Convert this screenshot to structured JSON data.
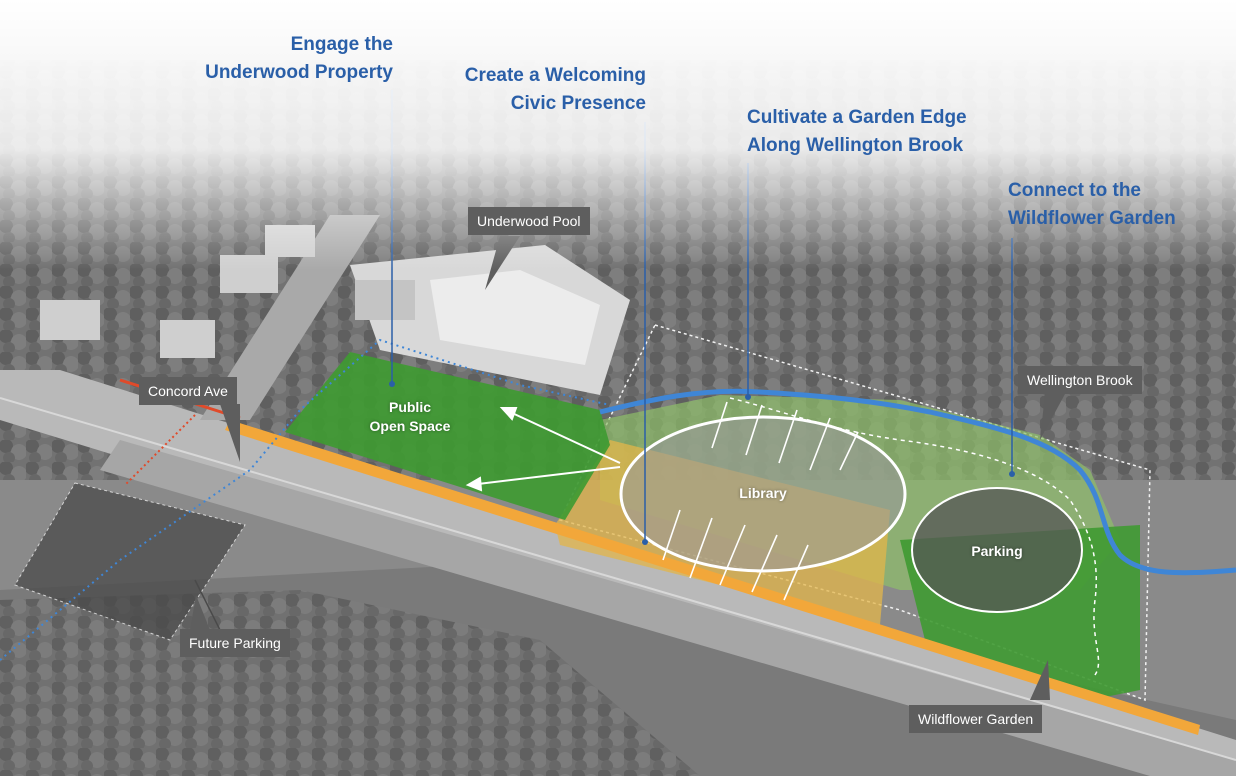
{
  "goals": {
    "underwood": [
      "Engage the",
      "Underwood Property"
    ],
    "civic": [
      "Create a Welcoming",
      "Civic Presence"
    ],
    "garden_edge": [
      "Cultivate a Garden Edge",
      "Along Wellington Brook"
    ],
    "wildflower": [
      "Connect to the",
      "Wildflower Garden"
    ]
  },
  "tags": {
    "underwood_pool": "Underwood Pool",
    "concord_ave": "Concord Ave",
    "wellington_brook": "Wellington Brook",
    "future_parking": "Future Parking",
    "wildflower_garden": "Wildflower Garden"
  },
  "zones": {
    "public_open_space": [
      "Public",
      "Open Space"
    ],
    "library": "Library",
    "parking": "Parking"
  },
  "colors": {
    "goal_text": "#2a5fa8",
    "brook": "#3f86d6",
    "green_space": "#3f9a32",
    "garden_edge": "#8fbf6a",
    "library_zone": "#e3b54a",
    "road_edge": "#f2a73a",
    "tag_bg": "#5e5e5e"
  }
}
